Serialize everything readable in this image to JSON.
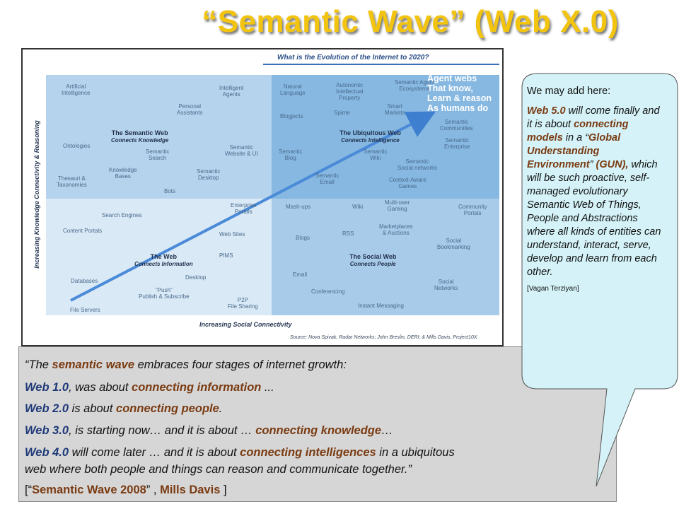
{
  "slide": {
    "title": "“Semantic Wave” (Web X.0)"
  },
  "figure": {
    "heading": "What is the Evolution of the Internet to 2020?",
    "y_axis": "Increasing Knowledge Connectivity & Reasoning",
    "x_axis": "Increasing Social Connectivity",
    "credit": "Source: Nova Spivak, Radar Networks; John Breslin, DERI; & Mills Davis, Project10X",
    "agent_text": [
      "Agent webs",
      "That know,",
      "Learn & reason",
      "As humans do"
    ],
    "quadrants": [
      {
        "title": "The Semantic Web",
        "subtitle": "Connects Knowledge"
      },
      {
        "title": "The Ubiquitous Web",
        "subtitle": "Connects Intelligence"
      },
      {
        "title": "The Web",
        "subtitle": "Connects Information"
      },
      {
        "title": "The Social Web",
        "subtitle": "Connects People"
      }
    ],
    "labels": {
      "ai": "Artificial\nIntelligence",
      "intelligent_agents": "Intelligent\nAgents",
      "personal_assistants": "Personal\nAssistants",
      "ontologies": "Ontologies",
      "semantic_search": "Semantic\nSearch",
      "semantic_website": "Semantic\nWebsite & UI",
      "knowledge_bases": "Knowledge\nBases",
      "semantic_desktop": "Semantic\nDesktop",
      "thesauri": "Thesauri &\nTaxonomies",
      "bots": "Bots",
      "natural_language": "Natural\nLanguage",
      "autonomic": "Autonomic\nIntellectual\nProperty",
      "semantic_agent_eco": "Semantic Agent\nEcosystems",
      "blogjects": "Blogjects",
      "spime": "Spime",
      "smart_markets": "Smart\nMarkets",
      "semantic_communities": "Semantic\nCommunities",
      "semantic_enterprise": "Semantic\nEnterprise",
      "semantic_blog": "Semantic\nBlog",
      "semantic_wiki": "Semantic\nWiki",
      "semantic_social": "Semantic\nSocial networks",
      "semantic_email": "Semantic\nEmail",
      "context_games": "Context-Aware\nGames",
      "search_engines": "Search Engines",
      "enterprise_portals": "Enterprise\nPortals",
      "content_portals": "Content Portals",
      "web_sites": "Web Sites",
      "pims": "PIMS",
      "databases": "Databases",
      "desktop": "Desktop",
      "push": "\"Push\"\nPublish & Subscribe",
      "file_servers": "File Servers",
      "p2p": "P2P\nFile Sharing",
      "mashups": "Mash-ups",
      "wiki": "Wiki",
      "multiuser_gaming": "Multi-user\nGaming",
      "community_portals": "Community\nPortals",
      "marketplaces": "Marketplaces\n& Auctions",
      "blogs": "Blogs",
      "rss": "RSS",
      "social_bookmarking": "Social\nBookmarking",
      "email": "Email",
      "conferencing": "Conferencing",
      "social_networks": "Social\nNetworks",
      "instant_messaging": "Instant Messaging"
    }
  },
  "quote": {
    "line1_pre": "“The ",
    "line1_hl": "semantic wave",
    "line1_post": " embraces four stages of internet growth:",
    "line2_a": "Web 1.0",
    "line2_b": ", was about ",
    "line2_c": "connecting information",
    "line2_d": " ...",
    "line3_a": "Web 2.0",
    "line3_b": " is about ",
    "line3_c": "connecting people",
    "line3_d": ".",
    "line4_a": "Web 3.0",
    "line4_b": ", is starting now… and it is about … ",
    "line4_c": "connecting knowledge",
    "line4_d": "…",
    "line5_a": "Web 4.0",
    "line5_b": " will come later … and it is about ",
    "line5_c": "connecting intelligences",
    "line5_d": " in a ubiquitous",
    "line6": "web where both people and things can reason and communicate together.”",
    "src_open": "[“",
    "src_title": "Semantic Wave 2008",
    "src_mid": "” , ",
    "src_author": "Mills Davis",
    "src_close": " ]"
  },
  "callout": {
    "intro": "We may add here:",
    "b1": "Web 5.0",
    "b2": " will come finally and it is about ",
    "b3": "connecting models",
    "b4": " in a “",
    "b5": "Global Understanding Environment",
    "b6": "” ",
    "b7": "(GUN),",
    "b8": " which will be such proactive, self-managed evolutionary Semantic Web of Things, People and Abstractions where all kinds of entities can understand, interact, serve, develop and learn from each other.",
    "source": "[Vagan Terziyan]"
  }
}
